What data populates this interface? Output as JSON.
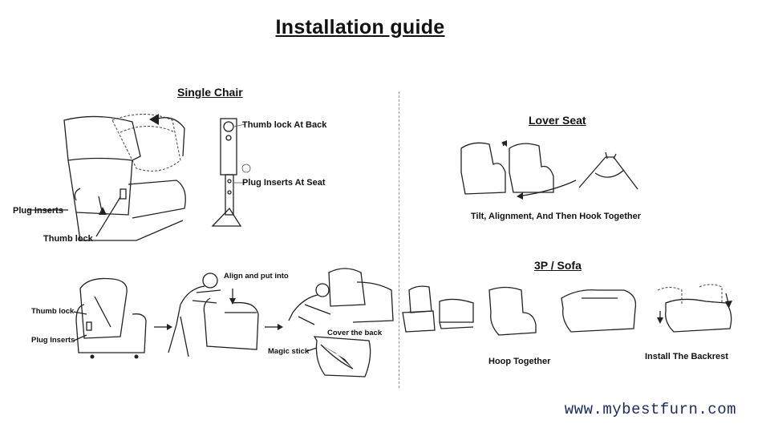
{
  "title": "Installation guide",
  "single_chair": {
    "heading": "Single Chair",
    "thumb_lock_at_back": "Thumb lock At Back",
    "plug_inserts_at_seat": "Plug Inserts At Seat",
    "plug_inserts": "Plug Inserts",
    "thumb_lock": "Thumb lock",
    "thumb_lock_2": "Thumb lock",
    "plug_inserts_2": "Plug Inserts",
    "align_and_put_into": "Align and put into",
    "cover_the_back": "Cover the back",
    "magic_stick": "Magic stick"
  },
  "lover_seat": {
    "heading": "Lover Seat",
    "caption": "Tilt, Alignment, And Then Hook Together"
  },
  "sofa_3p": {
    "heading": "3P / Sofa",
    "hoop_together": "Hoop Together",
    "install_backrest": "Install The Backrest"
  },
  "website": "www.mybestfurn.com"
}
